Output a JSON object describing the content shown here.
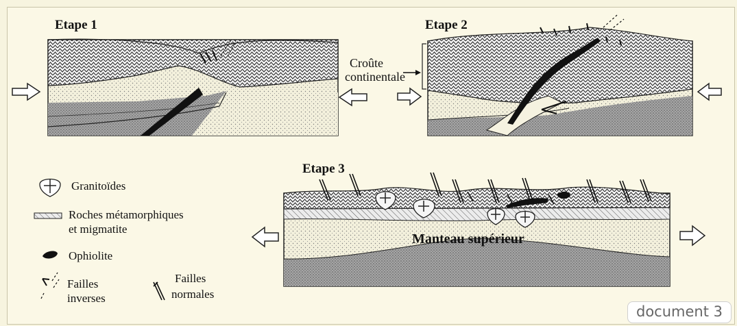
{
  "labels": {
    "etape1": "Etape 1",
    "etape2": "Etape 2",
    "etape3": "Etape 3",
    "croute": "Croûte",
    "continentale": "continentale",
    "manteau": "Manteau supérieur"
  },
  "legend": {
    "granitoides": "Granitoïdes",
    "roches_line1": "Roches métamorphiques",
    "roches_line2": "et migmatite",
    "ophiolite": "Ophiolite",
    "failles_inverses_1": "Failles",
    "failles_inverses_2": "inverses",
    "failles_normales_1": "Failles",
    "failles_normales_2": "normales"
  },
  "badge": "document 3",
  "colors": {
    "background": "#fbf8e6",
    "crust": "#efefef",
    "mantle_dark": "#9a9a9a",
    "ophiolite": "#111111"
  }
}
